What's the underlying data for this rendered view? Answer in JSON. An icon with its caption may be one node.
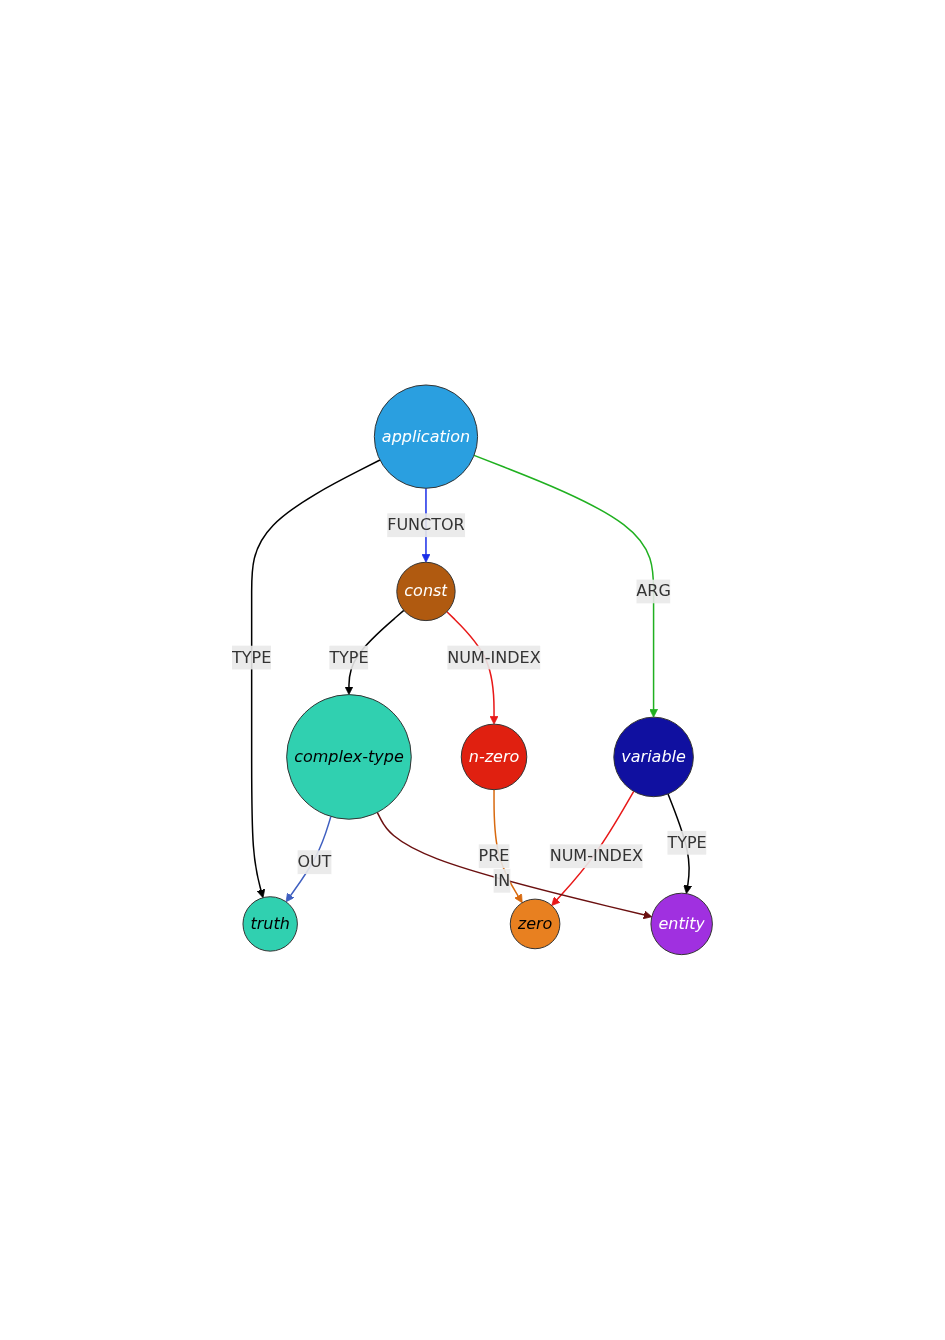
{
  "diagram": {
    "nodes": [
      {
        "text": [
          "application"
        ]
      },
      {
        "text": [
          "truth"
        ]
      },
      {
        "text": [
          "const"
        ]
      },
      {
        "text": [
          "variable"
        ]
      },
      {
        "text": [
          "n-zero"
        ]
      },
      {
        "text": [
          "zero"
        ]
      },
      {
        "text": [
          "entity"
        ]
      },
      {
        "text": [
          "complex-type"
        ]
      }
    ],
    "edges": [
      {
        "from": 0,
        "to": 1,
        "arrow": "to",
        "label": "TYPE"
      },
      {
        "from": 0,
        "to": 2,
        "arrow": "to",
        "label": "FUNCTOR",
        "color": "#1a2ee8"
      },
      {
        "from": 0,
        "to": 3,
        "arrow": "to",
        "label": "ARG",
        "color": "#20b020"
      },
      {
        "from": 7,
        "to": 1,
        "arrow": "to",
        "label": "OUT",
        "color": "#3f5fc0"
      },
      {
        "from": 2,
        "to": 7,
        "arrow": "to",
        "label": "TYPE"
      },
      {
        "from": 2,
        "to": 4,
        "arrow": "to",
        "label": "NUM-INDEX",
        "color": "#e81818"
      },
      {
        "from": 4,
        "to": 5,
        "arrow": "to",
        "label": "PRE",
        "color": "#d86a10"
      },
      {
        "from": 3,
        "to": 5,
        "arrow": "to",
        "label": "NUM-INDEX",
        "color": "#e81818"
      },
      {
        "from": 3,
        "to": 6,
        "arrow": "to",
        "label": "TYPE"
      },
      {
        "from": 7,
        "to": 6,
        "arrow": "to",
        "label": "IN",
        "color": "#6b1010"
      }
    ]
  }
}
